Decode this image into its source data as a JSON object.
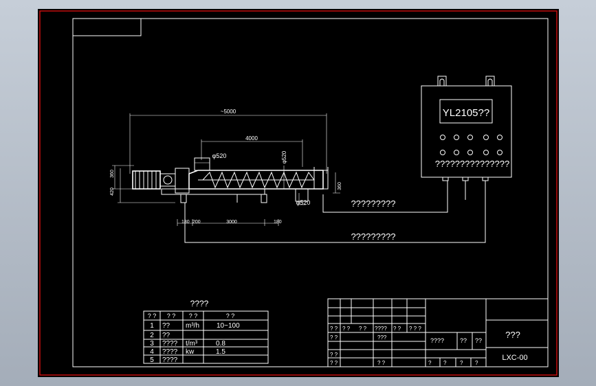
{
  "drawing": {
    "controller_model": "YL2105??",
    "controller_caption": "???????????????",
    "cable_label_top": "?????????",
    "cable_label_bottom": "?????????",
    "dim_overall": "~5000",
    "dim_inner": "4000",
    "dim_dia_top": "φ520",
    "dim_dia_vertical": "φ520",
    "dim_dia_bottom": "φ520",
    "dim_height_left": "360",
    "dim_height_left2": "420",
    "dim_height_right": "360",
    "dim_base": [
      "180",
      "200",
      "3000",
      "180"
    ]
  },
  "params_table": {
    "title": "????",
    "headers": [
      "? ?",
      "? ?",
      "? ?",
      "? ?"
    ],
    "rows": [
      {
        "no": "1",
        "name": "??",
        "unit": "m³/h",
        "value": "10~100"
      },
      {
        "no": "2",
        "name": "??",
        "unit": "",
        "value": ""
      },
      {
        "no": "3",
        "name": "????",
        "unit": "t/m³",
        "value": "0.8"
      },
      {
        "no": "4",
        "name": "????",
        "unit": "kw",
        "value": "1.5"
      },
      {
        "no": "5",
        "name": "????",
        "unit": "",
        "value": ""
      }
    ]
  },
  "title_block": {
    "row_a": [
      "? ?",
      "? ?",
      "? ?",
      "????",
      "? ?",
      "? ? ?"
    ],
    "row_b": [
      "? ?",
      "???"
    ],
    "row_b_right": [
      "????",
      "??",
      "??"
    ],
    "row_c": [
      "? ?"
    ],
    "row_d": [
      "? ?",
      "? ?"
    ],
    "row_d_right": [
      "?",
      "?",
      "?",
      "?"
    ],
    "drawing_name": "???",
    "drawing_number": "LXC-00"
  },
  "colors": {
    "background": "#000000",
    "lines": "#ffffff",
    "outer_frame": "#e01010"
  }
}
